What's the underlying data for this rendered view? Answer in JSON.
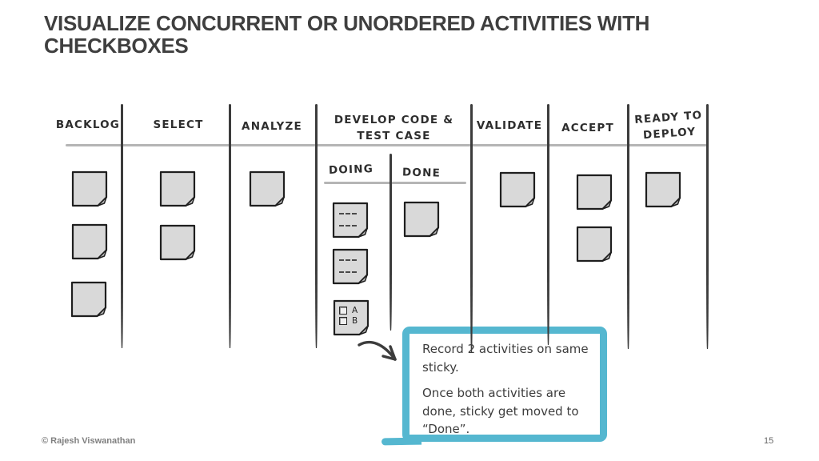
{
  "slide": {
    "title": "VISUALIZE CONCURRENT OR UNORDERED ACTIVITIES WITH CHECKBOXES",
    "footer": "© Rajesh Viswanathan",
    "page_number": "15"
  },
  "board": {
    "columns": [
      {
        "label": "BACKLOG"
      },
      {
        "label": "SELECT"
      },
      {
        "label": "ANALYZE"
      },
      {
        "label": "DEVELOP CODE & TEST CASE",
        "sub": [
          {
            "label": "DOING"
          },
          {
            "label": "DONE"
          }
        ]
      },
      {
        "label": "VALIDATE"
      },
      {
        "label": "ACCEPT"
      },
      {
        "label": "READY TO DEPLOY"
      }
    ],
    "notes": [
      {
        "column": "BACKLOG",
        "type": "blank",
        "count": 3
      },
      {
        "column": "SELECT",
        "type": "blank",
        "count": 2
      },
      {
        "column": "ANALYZE",
        "type": "blank",
        "count": 1
      },
      {
        "column": "DOING",
        "type": "lined-placeholder",
        "count": 2
      },
      {
        "column": "DOING",
        "type": "checkbox",
        "count": 1
      },
      {
        "column": "DONE",
        "type": "blank",
        "count": 1
      },
      {
        "column": "VALIDATE",
        "type": "blank",
        "count": 1
      },
      {
        "column": "ACCEPT",
        "type": "blank",
        "count": 2
      },
      {
        "column": "READY TO DEPLOY",
        "type": "blank",
        "count": 1
      }
    ],
    "checkbox_note": {
      "items": [
        {
          "label": "A",
          "checked": false
        },
        {
          "label": "B",
          "checked": false
        }
      ]
    }
  },
  "callout": {
    "line1": "Record 2 activities on same sticky.",
    "line2": "Once both activities are done, sticky get  moved to “Done”."
  },
  "colors": {
    "accent_teal": "#55b7d0",
    "sticky_fill": "#d9d9d9",
    "title_text": "#3f3f3f",
    "divider_dark": "#3c3c3c",
    "rule_light": "#b5b5b5",
    "footer_text": "#7f7f7f"
  }
}
